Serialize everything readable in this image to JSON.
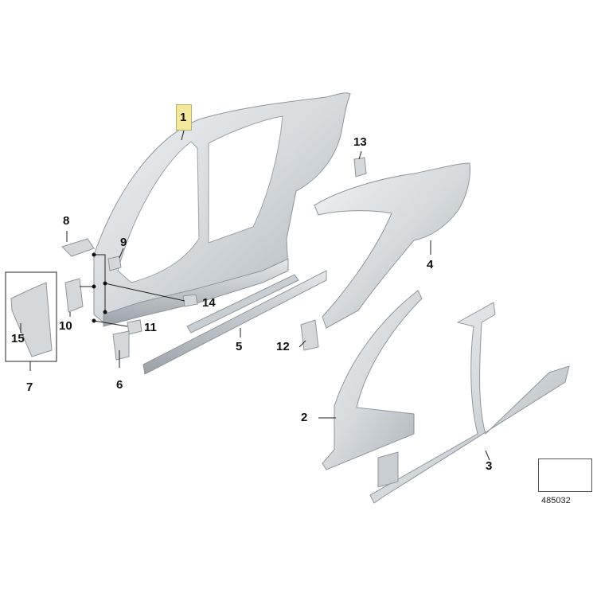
{
  "diagram": {
    "colors": {
      "panel": "#d9dde0",
      "panel_light": "#eceef0",
      "panel_dark": "#b8bec3",
      "outline": "#8e969c",
      "leader": "#222222",
      "highlight": "#f5e89a"
    },
    "callouts": [
      {
        "id": "1",
        "label": "1"
      },
      {
        "id": "2",
        "label": "2"
      },
      {
        "id": "3",
        "label": "3"
      },
      {
        "id": "4",
        "label": "4"
      },
      {
        "id": "5",
        "label": "5"
      },
      {
        "id": "6",
        "label": "6"
      },
      {
        "id": "7",
        "label": "7"
      },
      {
        "id": "8",
        "label": "8"
      },
      {
        "id": "9",
        "label": "9"
      },
      {
        "id": "10",
        "label": "10"
      },
      {
        "id": "11",
        "label": "11"
      },
      {
        "id": "12",
        "label": "12"
      },
      {
        "id": "13",
        "label": "13"
      },
      {
        "id": "14",
        "label": "14"
      },
      {
        "id": "15",
        "label": "15"
      }
    ],
    "reference_number": "485032",
    "orientation_icon": "arrow-orientation-icon"
  }
}
